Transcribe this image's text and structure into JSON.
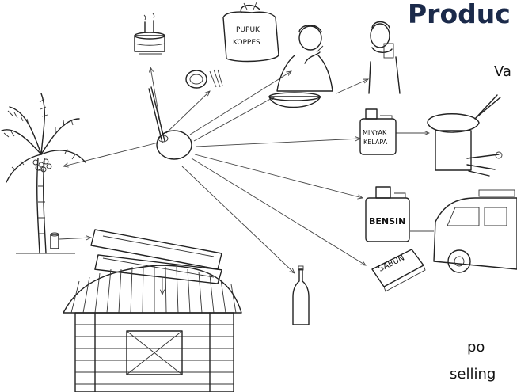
{
  "title": "Produc",
  "text_fragments": {
    "top": "Va",
    "middle": "po",
    "bottom": "selling"
  },
  "product_labels": {
    "fertilizer_line1": "PUPUK",
    "fertilizer_line2": "KOPPES",
    "oil_line1": "MINYAK",
    "oil_line2": "KELAPA",
    "fuel": "BENSIN",
    "soap": "SABUN"
  }
}
